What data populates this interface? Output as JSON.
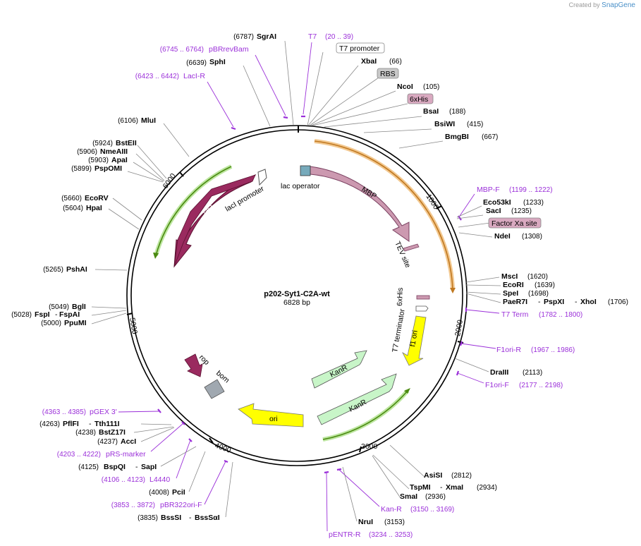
{
  "credit": {
    "prefix": "Created by",
    "brand": "SnapGene"
  },
  "plasmid": {
    "name": "p202-Syt1-C2A-wt",
    "length": "6828 bp"
  },
  "ticks": [
    "1000",
    "2000",
    "3000",
    "4000",
    "5000",
    "6000"
  ],
  "sites": [
    {
      "pos": "(6787)",
      "name": "SgrAI"
    },
    {
      "pos": "(6639)",
      "name": "SphI"
    },
    {
      "pos": "(6106)",
      "name": "MluI"
    },
    {
      "pos": "(5924)",
      "name": "BstEII"
    },
    {
      "pos": "(5906)",
      "name": "NmeAIII"
    },
    {
      "pos": "(5903)",
      "name": "ApaI"
    },
    {
      "pos": "(5899)",
      "name": "PspOMI"
    },
    {
      "pos": "(5660)",
      "name": "EcoRV"
    },
    {
      "pos": "(5604)",
      "name": "HpaI"
    },
    {
      "pos": "(5265)",
      "name": "PshAI"
    },
    {
      "pos": "(5049)",
      "name": "BglI"
    },
    {
      "pos": "(5028)",
      "name": "FspI",
      "name2": "FspAI"
    },
    {
      "pos": "(5000)",
      "name": "PpuMI"
    },
    {
      "pos": "(4263)",
      "name": "PflFI",
      "name2": "Tth111I"
    },
    {
      "pos": "(4238)",
      "name": "BstZ17I"
    },
    {
      "pos": "(4237)",
      "name": "AccI"
    },
    {
      "pos": "(4125)",
      "name": "BspQI",
      "name2": "SapI"
    },
    {
      "pos": "(4008)",
      "name": "PciI"
    },
    {
      "pos": "(3835)",
      "name": "BssSI",
      "name2": "BssSαI"
    },
    {
      "pos": "(66)",
      "name": "XbaI"
    },
    {
      "pos": "(105)",
      "name": "NcoI"
    },
    {
      "pos": "(188)",
      "name": "BsaI"
    },
    {
      "pos": "(415)",
      "name": "BsiWI"
    },
    {
      "pos": "(667)",
      "name": "BmgBI"
    },
    {
      "pos": "(1233)",
      "name": "Eco53kI"
    },
    {
      "pos": "(1235)",
      "name": "SacI"
    },
    {
      "pos": "(1308)",
      "name": "NdeI"
    },
    {
      "pos": "(1620)",
      "name": "MscI"
    },
    {
      "pos": "(1639)",
      "name": "EcoRI"
    },
    {
      "pos": "(1698)",
      "name": "SpeI"
    },
    {
      "pos": "(1706)",
      "name": "PaeR7I",
      "name2": "PspXI",
      "name3": "XhoI"
    },
    {
      "pos": "(2113)",
      "name": "DraIII"
    },
    {
      "pos": "(2812)",
      "name": "AsiSI"
    },
    {
      "pos": "(2934)",
      "name": "TspMI",
      "name2": "XmaI"
    },
    {
      "pos": "(2936)",
      "name": "SmaI"
    },
    {
      "pos": "(3153)",
      "name": "NruI"
    }
  ],
  "primers": [
    {
      "name": "T7",
      "range": "(20 .. 39)"
    },
    {
      "name": "pBRrevBam",
      "range": "(6745 .. 6764)"
    },
    {
      "name": "LacI-R",
      "range": "(6423 .. 6442)"
    },
    {
      "name": "MBP-F",
      "range": "(1199 .. 1222)"
    },
    {
      "name": "T7 Term",
      "range": "(1782 .. 1800)"
    },
    {
      "name": "F1ori-R",
      "range": "(1967 .. 1986)"
    },
    {
      "name": "F1ori-F",
      "range": "(2177 .. 2198)"
    },
    {
      "name": "Kan-R",
      "range": "(3150 .. 3169)"
    },
    {
      "name": "pENTR-R",
      "range": "(3234 .. 3253)"
    },
    {
      "name": "pGEX 3'",
      "range": "(4363 .. 4385)"
    },
    {
      "name": "pRS-marker",
      "range": "(4203 .. 4222)"
    },
    {
      "name": "L4440",
      "range": "(4106 .. 4123)"
    },
    {
      "name": "pBR322ori-F",
      "range": "(3853 .. 3872)"
    }
  ],
  "boxed_features": [
    {
      "name": "T7 promoter",
      "fill": "#ffffff"
    },
    {
      "name": "RBS",
      "fill": "#c8c8c8"
    },
    {
      "name": "6xHis",
      "fill": "#d9a9c0"
    },
    {
      "name": "Factor Xa site",
      "fill": "#d9a9c0"
    }
  ],
  "features": {
    "lac_operator": "lac operator",
    "mbp": "MBP",
    "tev": "TEV site",
    "his": "6xHis",
    "t7term": "T7 terminator",
    "f1ori": "f1 ori",
    "kanr1": "KanR",
    "kanr2": "KanR",
    "ori": "ori",
    "rop": "rop",
    "bom": "bom",
    "laci": "lacI",
    "laci_promoter": "lacI promoter"
  },
  "colors": {
    "primer": "#9b30d9",
    "mbp": "#cc99b0",
    "laci": "#9a2a5f",
    "kanr": "#c8f5c8",
    "ori": "#ffff00",
    "orf_orange": "#e8a040",
    "orf_green": "#6ab020"
  }
}
